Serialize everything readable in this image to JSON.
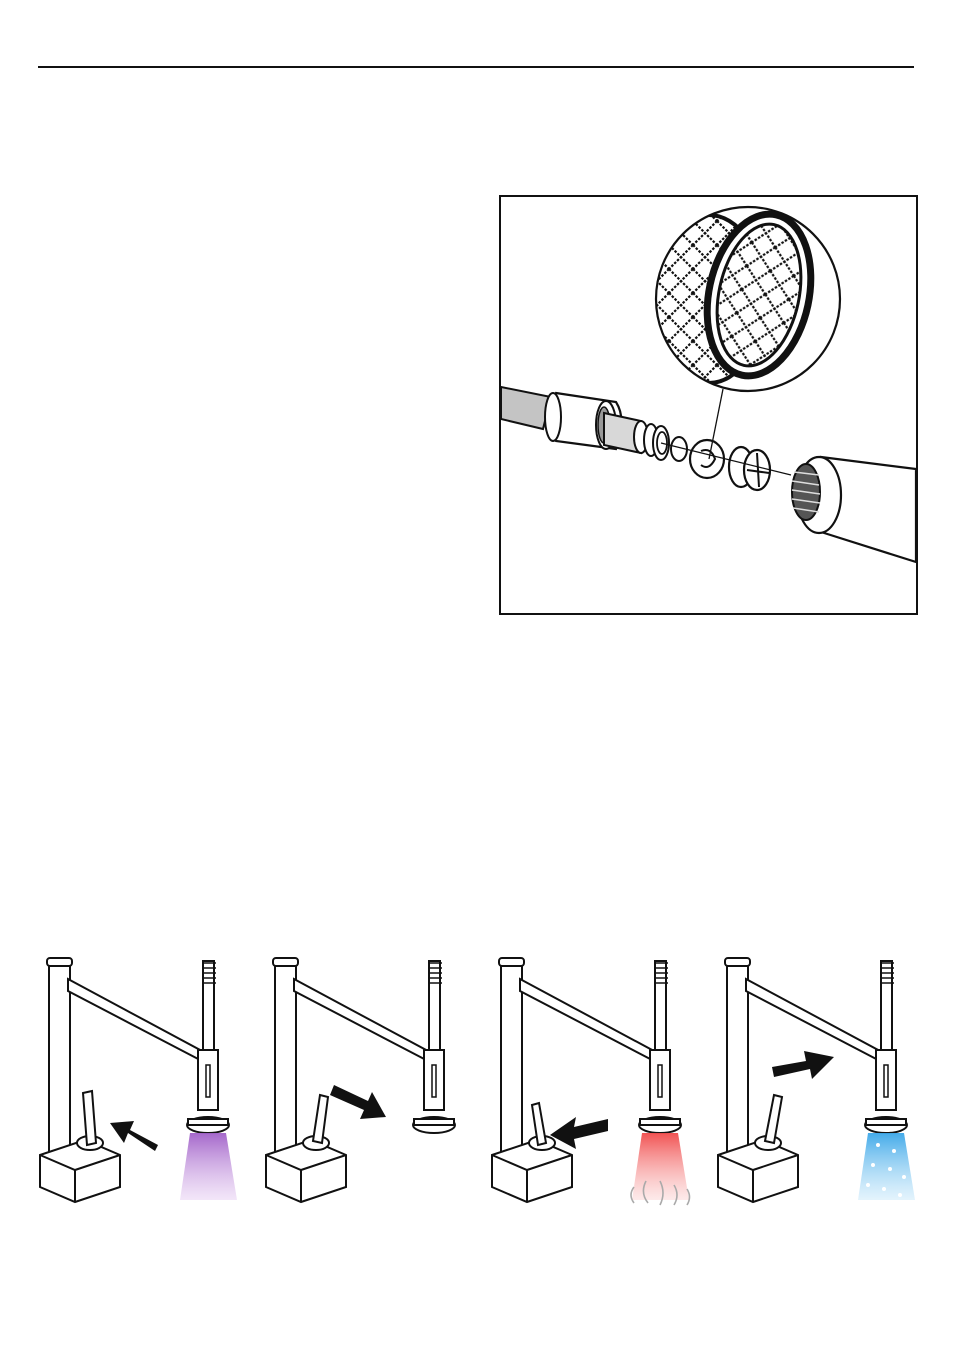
{
  "page": {
    "rule": "top-rule"
  },
  "figure": {
    "name": "filter-assembly-illustration",
    "screen_pattern": "cross-hatch"
  },
  "panels": [
    {
      "name": "led-panel-1",
      "arrow": "toward-lever",
      "light": "violet",
      "light_color": "#b07ad0"
    },
    {
      "name": "led-panel-2",
      "arrow": "toward-spray-head",
      "light": "none",
      "light_color": ""
    },
    {
      "name": "led-panel-3",
      "arrow": "toward-lever",
      "light": "red",
      "light_color": "#f06a6a"
    },
    {
      "name": "led-panel-4",
      "arrow": "toward-spray-head",
      "light": "blue",
      "light_color": "#5ab4ea"
    }
  ]
}
